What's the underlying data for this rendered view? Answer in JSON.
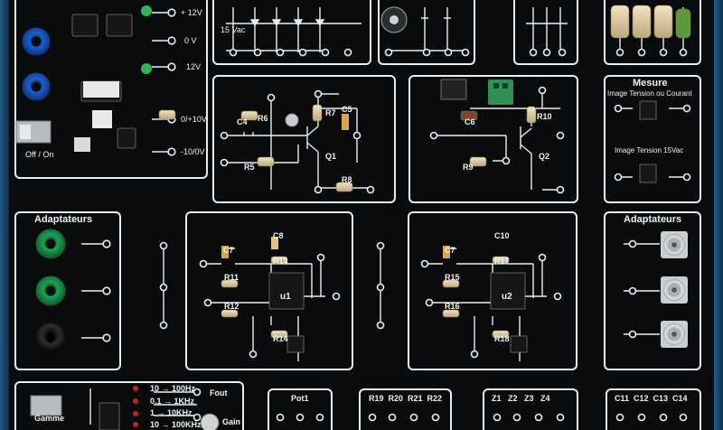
{
  "power": {
    "plus12": "+ 12V",
    "zero": "0 V",
    "minus12": "12V",
    "range_pos": "0/+10V",
    "range_neg": "-10/0V",
    "switch": "Off / On"
  },
  "rectifier": {
    "vac": "15 Vac"
  },
  "amp1": {
    "c4": "C4",
    "r6": "R6",
    "r7": "R7",
    "c5": "C5",
    "r5": "R5",
    "q1": "Q1",
    "r8": "R8"
  },
  "amp2": {
    "c6": "C6",
    "r10": "R10",
    "r9": "R9",
    "q2": "Q2"
  },
  "mesure": {
    "title": "Mesure",
    "line1": "Image Tension ou Courant",
    "line2": "Image Tension 15Vac"
  },
  "adapt_left": {
    "title": "Adaptateurs"
  },
  "adapt_right": {
    "title": "Adaptateurs"
  },
  "opamp1": {
    "c7": "C7",
    "c8": "C8",
    "r11": "R11",
    "r13": "R13",
    "r12": "R12",
    "u1": "u1",
    "r14": "R14"
  },
  "opamp2": {
    "c7": "C7",
    "c10": "C10",
    "r15": "R15",
    "r17": "R17",
    "r16": "R16",
    "u2": "u2",
    "r18": "R18"
  },
  "generator": {
    "gamme": "Gamme",
    "fout": "Fout",
    "gain": "Gain",
    "ranges": [
      "10 → 100Hz",
      "0.1 → 1KHz",
      "1 → 10KHz",
      "10 → 100KHz"
    ]
  },
  "bottom": {
    "pot": "Pot1",
    "resistors": "R19  R20  R21  R22",
    "impedances": "Z1   Z2   Z3   Z4",
    "capacitors": "C11  C12  C13  C14"
  },
  "colors": {
    "board": "#0a0b0c",
    "line": "#e9eef2",
    "edge": "#1f5c8a",
    "socket_blue": "#1a5fd0",
    "socket_green": "#1e9e55"
  }
}
